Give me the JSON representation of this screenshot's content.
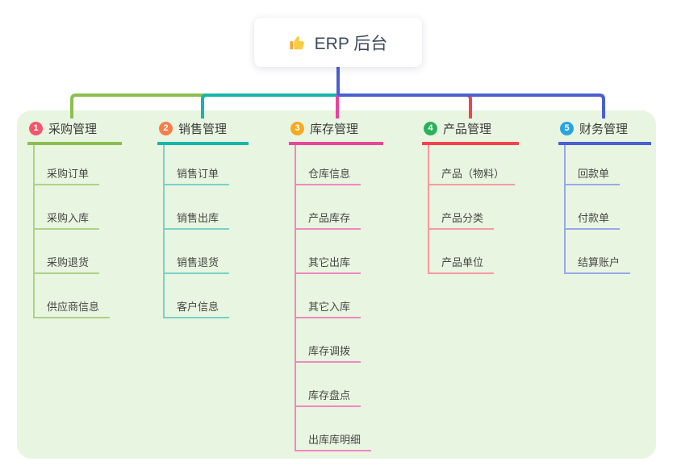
{
  "root": {
    "icon": "thumbs-up-icon",
    "label": "ERP 后台"
  },
  "canvas": {
    "panel_color": "#e8f5e0"
  },
  "branches": [
    {
      "num": "1",
      "label": "采购管理",
      "badge_color": "#f4566c",
      "line_color": "#8cbf4f",
      "child_line_color": "#abd389",
      "children": [
        "采购订单",
        "采购入库",
        "采购退货",
        "供应商信息"
      ]
    },
    {
      "num": "2",
      "label": "销售管理",
      "badge_color": "#f87d49",
      "line_color": "#14b6ac",
      "child_line_color": "#7bd0c9",
      "children": [
        "销售订单",
        "销售出库",
        "销售退货",
        "客户信息"
      ]
    },
    {
      "num": "3",
      "label": "库存管理",
      "badge_color": "#f8a91f",
      "line_color": "#e8449b",
      "child_line_color": "#f187c2",
      "children": [
        "仓库信息",
        "产品库存",
        "其它出库",
        "其它入库",
        "库存调拨",
        "库存盘点",
        "出库库明细"
      ]
    },
    {
      "num": "4",
      "label": "产品管理",
      "badge_color": "#2ab159",
      "line_color": "#f4434e",
      "child_line_color": "#f79aa2",
      "children": [
        "产品（物料）",
        "产品分类",
        "产品单位"
      ]
    },
    {
      "num": "5",
      "label": "财务管理",
      "badge_color": "#29a4e1",
      "line_color": "#4a5fd1",
      "child_line_color": "#97a9e8",
      "children": [
        "回款单",
        "付款单",
        "结算账户"
      ]
    }
  ]
}
